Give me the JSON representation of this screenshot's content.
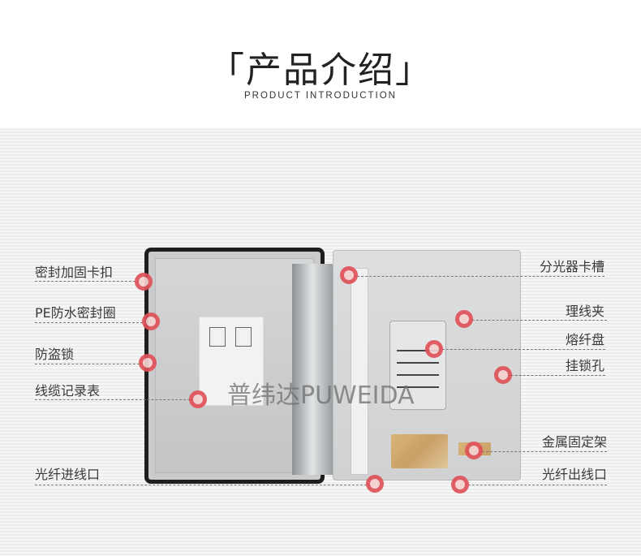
{
  "header": {
    "title": "「产品介绍」",
    "subtitle": "PRODUCT INTRODUCTION"
  },
  "watermark": "普纬达PUWEIDA",
  "callouts_left": [
    {
      "label": "密封加固卡扣"
    },
    {
      "label": "PE防水密封圈"
    },
    {
      "label": "防盗锁"
    },
    {
      "label": "线缆记录表"
    },
    {
      "label": "光纤进线口"
    }
  ],
  "callouts_right": [
    {
      "label": "分光器卡槽"
    },
    {
      "label": "理线夹"
    },
    {
      "label": "熔纤盘"
    },
    {
      "label": "挂锁孔"
    },
    {
      "label": "金属固定架"
    },
    {
      "label": "光纤出线口"
    }
  ],
  "colors": {
    "dot": "#e05259",
    "line": "#777777"
  }
}
